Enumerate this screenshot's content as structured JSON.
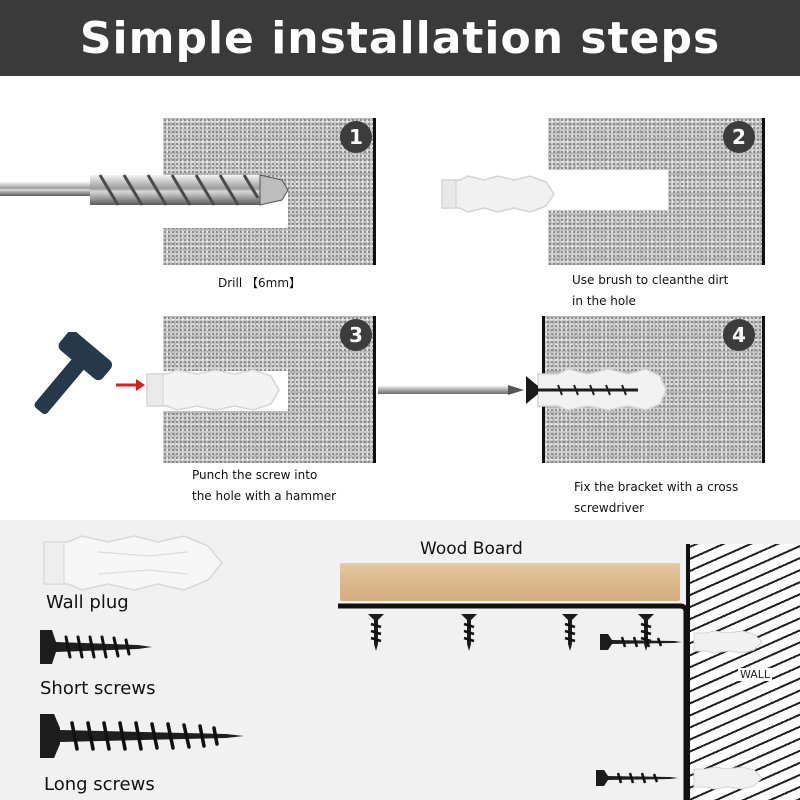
{
  "title": "Simple installation steps",
  "steps": [
    {
      "number": "1",
      "caption_lines": [
        "Drill 【6mm】"
      ]
    },
    {
      "number": "2",
      "caption_lines": [
        "Use brush to cleanthe dirt",
        "in the hole"
      ]
    },
    {
      "number": "3",
      "caption_lines": [
        "Punch the screw into",
        "the hole with a hammer"
      ]
    },
    {
      "number": "4",
      "caption_lines": [
        "Fix the bracket with a cross",
        "screwdriver"
      ]
    }
  ],
  "parts": {
    "wall_plug": "Wall plug",
    "short_screws": "Short screws",
    "long_screws": "Long screws"
  },
  "diagram": {
    "wood_board": "Wood Board",
    "wall": "WALL"
  },
  "colors": {
    "banner": "#3a3a3a",
    "step_badge": "#3c3c3c",
    "wood": "#dcb98e",
    "arrow": "#d22222"
  },
  "icons": [
    "drill-bit-icon",
    "wall-plug-icon",
    "hammer-icon",
    "screwdriver-icon",
    "screw-icon",
    "bracket-icon"
  ]
}
